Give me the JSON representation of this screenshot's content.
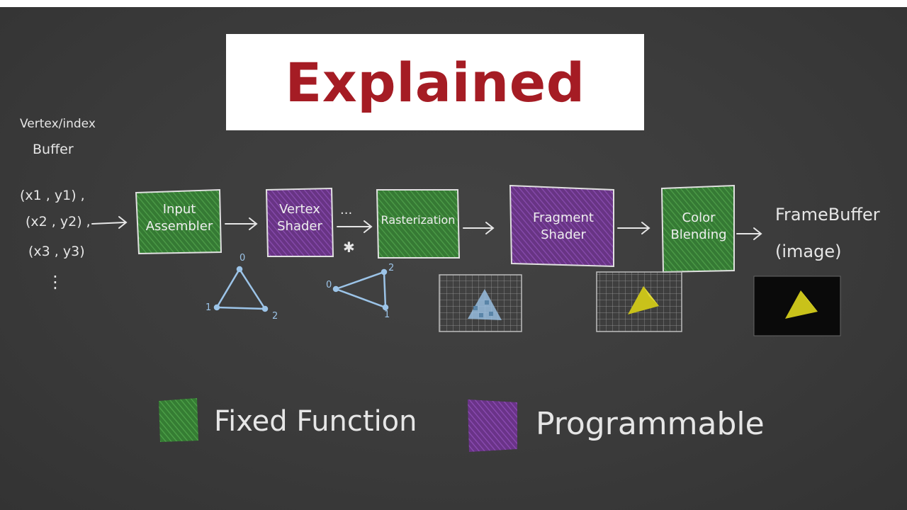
{
  "title": "Explained",
  "input": {
    "buffer_label_line1": "Vertex/index",
    "buffer_label_line2": "Buffer",
    "vertices": [
      "(x1 , y1) ,",
      "(x2 , y2) ,",
      "(x3 , y3)"
    ],
    "ellipsis": "⋮"
  },
  "stages": [
    {
      "line1": "Input",
      "line2": "Assembler",
      "kind": "fixed"
    },
    {
      "line1": "Vertex",
      "line2": "Shader",
      "kind": "programmable"
    },
    {
      "line1": "Rasterization",
      "line2": "",
      "kind": "fixed"
    },
    {
      "line1": "Fragment",
      "line2": "Shader",
      "kind": "programmable"
    },
    {
      "line1": "Color",
      "line2": "Blending",
      "kind": "fixed"
    }
  ],
  "between_marks": {
    "dots": "···",
    "asterisk": "✱"
  },
  "output": {
    "line1": "FrameBuffer",
    "line2": "(image)"
  },
  "triangle1_labels": {
    "v0": "0",
    "v1": "1",
    "v2": "2"
  },
  "triangle2_labels": {
    "v0": "0",
    "v1": "1",
    "v2": "2"
  },
  "legend": {
    "fixed": "Fixed Function",
    "programmable": "Programmable"
  },
  "colors": {
    "fixed": "#3d8a3a",
    "programmable": "#7a3d9a",
    "chalk": "#e6e6e6",
    "title": "#a51c24",
    "triangle": "#9cc4e8",
    "yellow": "#c9c21a"
  }
}
